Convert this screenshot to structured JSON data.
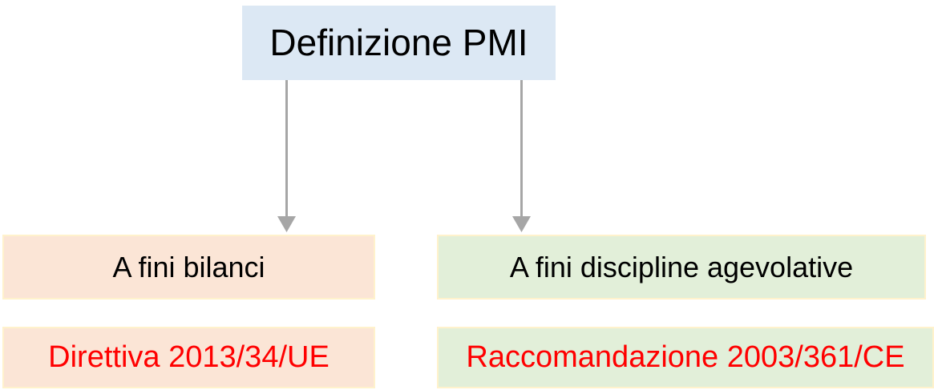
{
  "diagram": {
    "title": "Definizione PMI",
    "branches": [
      {
        "label": "A fini bilanci",
        "detail": "Direttiva 2013/34/UE"
      },
      {
        "label": "A fini discipline agevolative",
        "detail": "Raccomandazione 2003/361/CE"
      }
    ],
    "colors": {
      "title_fill": "#dce8f4",
      "left_fill": "#fbe5d6",
      "right_fill": "#e2efd9",
      "box_border": "#fff2cc",
      "arrow": "#a6a6a6",
      "detail_text": "#ff0000",
      "label_text": "#000000",
      "background": "#ffffff"
    }
  }
}
